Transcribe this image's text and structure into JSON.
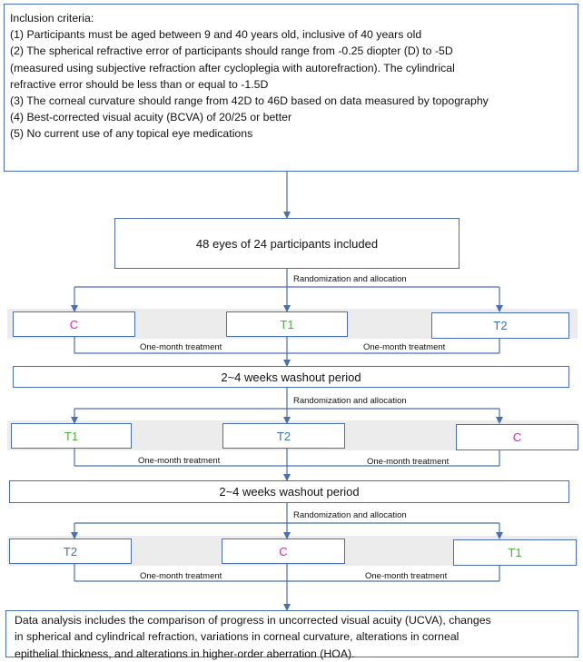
{
  "inclusion": {
    "title": "Inclusion criteria:",
    "lines": [
      "(1) Participants must be aged between 9 and 40 years old, inclusive of 40 years old",
      "(2) The spherical refractive error of participants should range from -0.25 diopter (D) to -5D",
      "(measured using subjective refraction after cycloplegia with autorefraction). The cylindrical",
      "refractive error should be less than or equal to -1.5D",
      "(3) The corneal curvature should range from 42D to 46D based on data measured by topography",
      "(4) Best-corrected visual acuity (BCVA) of 20/25 or better",
      "(5) No current use of any topical eye medications"
    ]
  },
  "enrolled": "48 eyes of 24 participants included",
  "randomization_label": "Randomization and allocation",
  "treatment_label": "One-month treatment",
  "washout_label": "2~4 weeks washout period",
  "periods": [
    {
      "arms": [
        "C",
        "T1",
        "T2"
      ]
    },
    {
      "arms": [
        "T1",
        "T2",
        "C"
      ]
    },
    {
      "arms": [
        "T2",
        "C",
        "T1"
      ]
    }
  ],
  "arm_colors": {
    "C": "#e020c8",
    "T1": "#4caf3a",
    "T2": "#3d6fc0"
  },
  "line_color": "#4a6fb0",
  "final": [
    "Data analysis includes the comparison of progress in uncorrected visual acuity (UCVA), changes",
    "in spherical and cylindrical refraction, variations in corneal curvature, alterations in corneal",
    "epithelial thickness, and alterations in higher-order aberration (HOA)."
  ]
}
